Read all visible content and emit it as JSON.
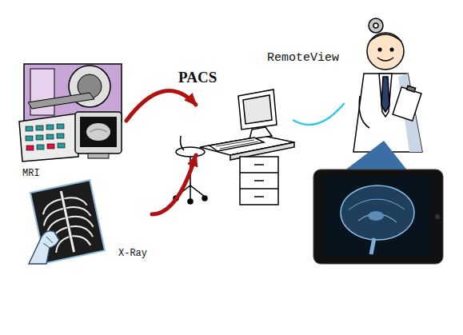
{
  "diagram": {
    "nodes": [
      {
        "text": [
          "MRI"
        ]
      },
      {
        "text": [
          "X-Ray"
        ]
      },
      {
        "text": [
          "PACS"
        ]
      },
      {
        "text": [
          "RemoteView"
        ]
      }
    ],
    "edges": [
      {
        "from": 0,
        "to": 2,
        "arrow": "to"
      },
      {
        "from": 1,
        "to": 2,
        "arrow": "to"
      },
      {
        "from": 2,
        "to": 3,
        "arrow": "none"
      }
    ]
  }
}
